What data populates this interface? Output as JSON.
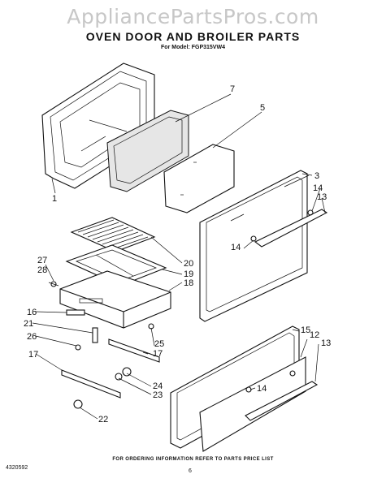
{
  "header": {
    "watermark": "AppliancePartsPros.com",
    "title": "OVEN DOOR AND BROILER PARTS",
    "model": "For Model: FGP315VW4"
  },
  "footer": {
    "order_note": "FOR ORDERING INFORMATION REFER TO PARTS PRICE LIST",
    "doc_number": "4320592",
    "page": "6"
  },
  "callouts": {
    "c1": "1",
    "c7": "7",
    "c5": "5",
    "c3": "3",
    "c14a": "14",
    "c13a": "13",
    "c14b": "14",
    "c27": "27",
    "c28": "28",
    "c20": "20",
    "c19": "19",
    "c18": "18",
    "c16": "16",
    "c21": "21",
    "c26": "26",
    "c25": "25",
    "c17a": "17",
    "c17b": "17",
    "c24": "24",
    "c23": "23",
    "c22": "22",
    "c15": "15",
    "c12": "12",
    "c13b": "13",
    "c14c": "14"
  }
}
